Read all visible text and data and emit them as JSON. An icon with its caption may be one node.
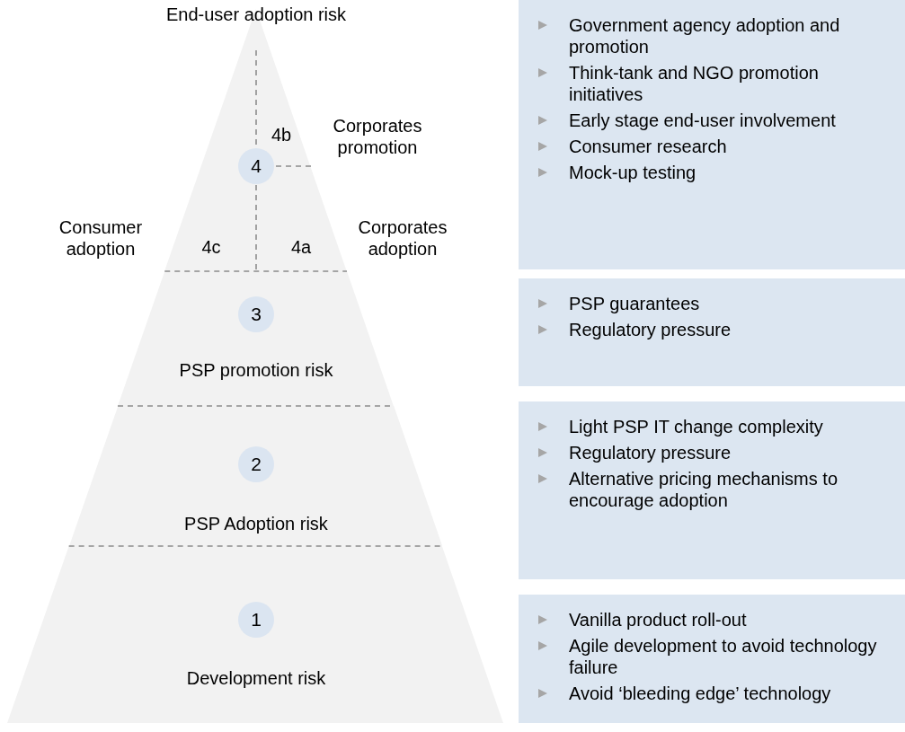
{
  "diagram": {
    "nodes": [
      {
        "text": [
          "End-user adoption risk"
        ]
      },
      {
        "text": [
          "4"
        ],
        "in": 0
      },
      {
        "text": [
          "PSP promotion risk"
        ]
      },
      {
        "text": [
          "3"
        ],
        "in": 2
      },
      {
        "text": [
          "PSP Adoption risk"
        ]
      },
      {
        "text": [
          "2"
        ],
        "in": 4
      },
      {
        "text": [
          "Development risk"
        ]
      },
      {
        "text": [
          "1"
        ],
        "in": 6
      },
      {
        "text": [
          "Government agency adoption and promotion",
          "Think-tank and NGO promotion initiatives",
          "Early stage end-user involvement",
          "Consumer research",
          "Mock-up testing"
        ]
      },
      {
        "text": [
          "PSP guarantees",
          "Regulatory pressure"
        ]
      },
      {
        "text": [
          "Light PSP IT change complexity",
          "Regulatory pressure",
          "Alternative pricing mechanisms to encourage adoption"
        ]
      },
      {
        "text": [
          "Vanilla product roll-out",
          "Agile development to avoid technology failure",
          "Avoid ‘bleeding edge’ technology"
        ]
      }
    ],
    "labels": [
      "4b",
      "Corporates promotion",
      "Consumer adoption",
      "4c",
      "4a",
      "Corporates adoption"
    ]
  }
}
